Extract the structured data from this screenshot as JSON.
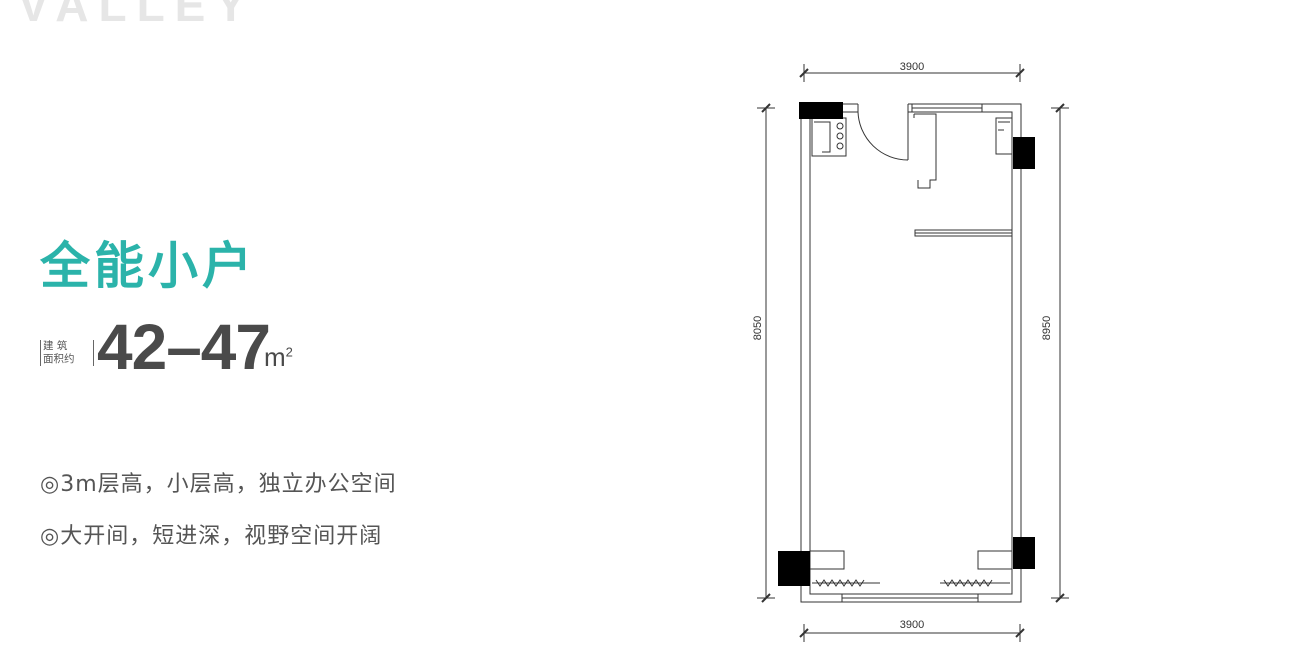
{
  "brand": "VALLEY",
  "title": "全能小户",
  "area": {
    "label_line1": "建 筑",
    "label_line2": "面积约",
    "value": "42–47",
    "unit": "m",
    "unit_sup": "2"
  },
  "features": [
    "◎3m层高，小层高，独立办公空间",
    "◎大开间，短进深，视野空间开阔"
  ],
  "plan": {
    "dim_top": "3900",
    "dim_bottom": "3900",
    "dim_left": "8050",
    "dim_right": "8950"
  }
}
